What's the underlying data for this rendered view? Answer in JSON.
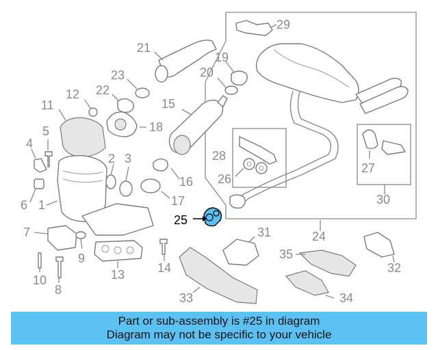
{
  "diagram": {
    "highlight_color": "#5bc0f2",
    "highlighted_part": "25",
    "callouts": [
      "1",
      "2",
      "3",
      "4",
      "5",
      "6",
      "7",
      "8",
      "9",
      "10",
      "11",
      "12",
      "13",
      "14",
      "15",
      "16",
      "17",
      "18",
      "19",
      "20",
      "21",
      "22",
      "23",
      "24",
      "25",
      "26",
      "27",
      "28",
      "29",
      "30",
      "31",
      "32",
      "33",
      "34",
      "35"
    ]
  },
  "banner": {
    "line1": "Part or sub-assembly is #25 in diagram",
    "line2": "Diagram may not be specific to your vehicle",
    "background": "#5bc0f2"
  }
}
